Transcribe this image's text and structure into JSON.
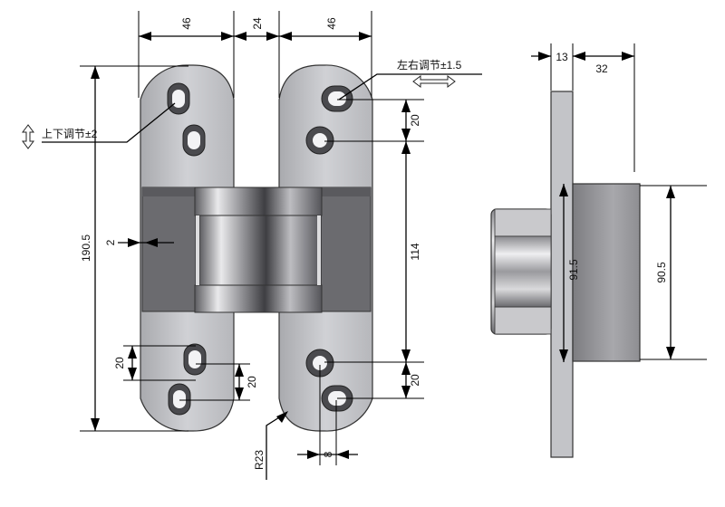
{
  "dimensions": {
    "leaf_width_left": "46",
    "knuckle_gap": "24",
    "leaf_width_right": "46",
    "total_height": "190.5",
    "recess_depth": "2",
    "body_height": "114",
    "slot_pitch_top_right": "20",
    "slot_pitch_bottom_left_a": "20",
    "slot_pitch_bottom_left_b": "20",
    "slot_pitch_bottom_right": "20",
    "slot_offset": "8",
    "corner_radius": "R23",
    "plate_thickness": "13",
    "body_projection": "32",
    "side_plate_height": "91.5",
    "side_body_height": "90.5"
  },
  "annotations": {
    "vertical_adjust": "上下调节±2",
    "lateral_adjust": "左右调节±1.5"
  },
  "colors": {
    "plate": "#c6c7cb",
    "plate_dark": "#8f9095",
    "body": "#6e6e72",
    "body_dark": "#4a4a4e",
    "metal_light": "#e6e6e8",
    "line": "#000000"
  }
}
